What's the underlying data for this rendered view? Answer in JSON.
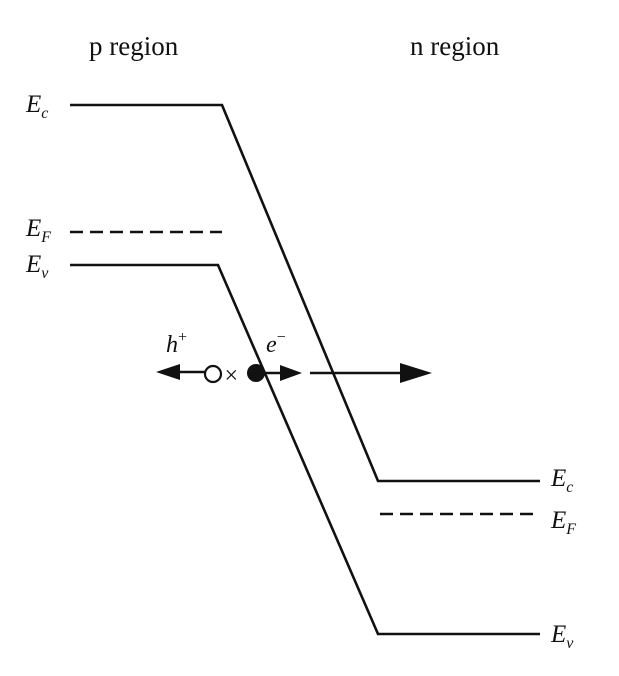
{
  "regions": {
    "p_label": "p region",
    "n_label": "n region"
  },
  "p_side": {
    "ec": {
      "main": "E",
      "sub": "c"
    },
    "ef": {
      "main": "E",
      "sub": "F"
    },
    "ev": {
      "main": "E",
      "sub": "v"
    }
  },
  "n_side": {
    "ec": {
      "main": "E",
      "sub": "c"
    },
    "ef": {
      "main": "E",
      "sub": "F"
    },
    "ev": {
      "main": "E",
      "sub": "v"
    }
  },
  "carriers": {
    "hole": {
      "main": "h",
      "sup": "+"
    },
    "electron": {
      "main": "e",
      "sup": "−"
    },
    "separator": "×"
  }
}
